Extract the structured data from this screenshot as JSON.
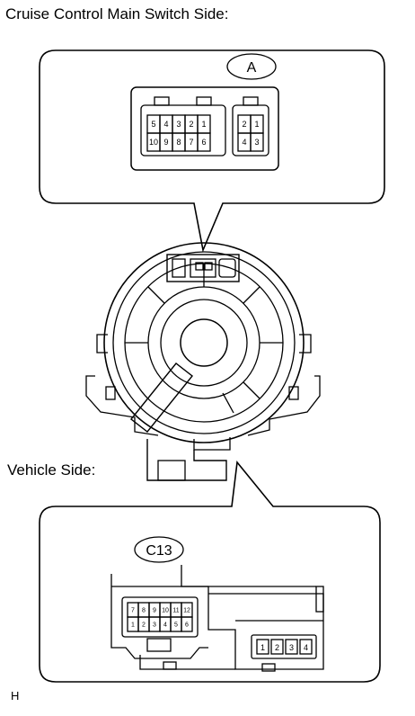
{
  "title": "Cruise Control Main Switch Side:",
  "vehicle_label": "Vehicle Side:",
  "figure_mark": "H",
  "connector_a": {
    "label": "A",
    "large_top": [
      "5",
      "4",
      "3",
      "2",
      "1"
    ],
    "large_bottom": [
      "10",
      "9",
      "8",
      "7",
      "6"
    ],
    "small_top": [
      "2",
      "1"
    ],
    "small_bottom": [
      "4",
      "3"
    ]
  },
  "connector_c13": {
    "label": "C13",
    "top": [
      "7",
      "8",
      "9",
      "10",
      "11",
      "12"
    ],
    "bottom": [
      "1",
      "2",
      "3",
      "4",
      "5",
      "6"
    ],
    "side": [
      "1",
      "2",
      "3",
      "4"
    ]
  }
}
